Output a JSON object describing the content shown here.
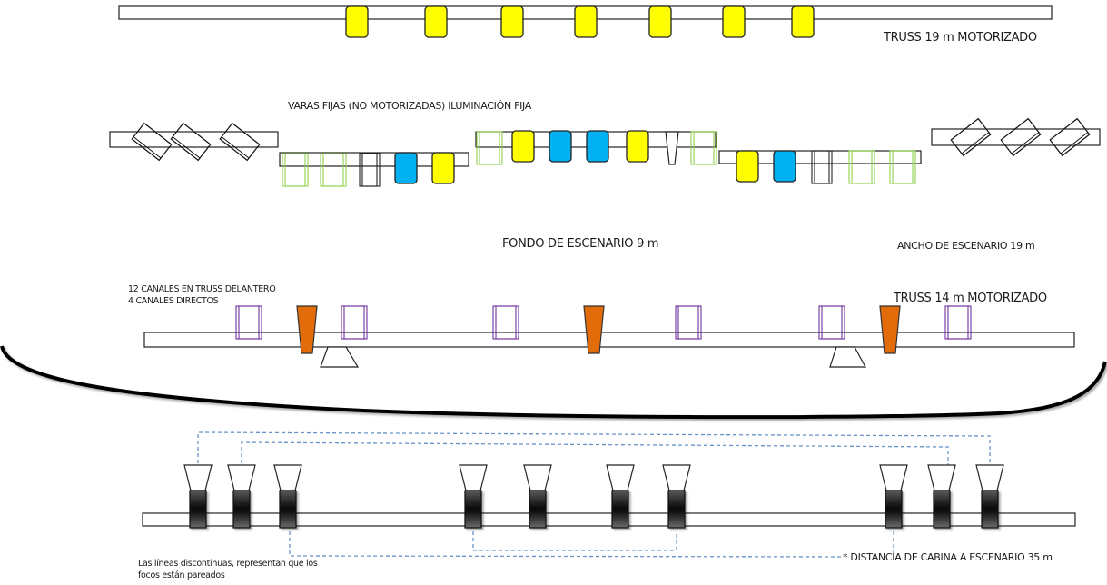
{
  "labels": {
    "truss_19": "TRUSS 19 m MOTORIZADO",
    "varas_fijas": "VARAS FIJAS  (NO MOTORIZADAS) ILUMINACIÓN FIJA",
    "fondo": "FONDO DE ESCENARIO 9 m",
    "ancho": "ANCHO DE ESCENARIO 19 m",
    "canales_line1": "12 CANALES EN TRUSS DELANTERO",
    "canales_line2": "4 CANALES DIRECTOS",
    "truss_14": "TRUSS 14 m MOTORIZADO",
    "distancia": "* DISTANCIA DE CABINA A ESCENARIO 35 m",
    "nota_line1": "Las líneas discontinuas, representan que los",
    "nota_line2": "focos están pareados"
  },
  "colors": {
    "yellow": "#ffff00",
    "blue": "#00b0f0",
    "orange": "#e36c0a",
    "green": "#92d050",
    "purple": "#7030a0",
    "dash": "#4f81bd",
    "outline": "#1a1a1a"
  },
  "fixtures": {
    "truss_19": [
      {
        "type": "yellow-par"
      },
      {
        "type": "yellow-par"
      },
      {
        "type": "yellow-par"
      },
      {
        "type": "yellow-par"
      },
      {
        "type": "yellow-par"
      },
      {
        "type": "yellow-par"
      },
      {
        "type": "yellow-par"
      }
    ],
    "vara_left": [
      {
        "type": "black-diamond"
      },
      {
        "type": "black-diamond"
      },
      {
        "type": "black-diamond"
      }
    ],
    "vara_center_left": [
      {
        "type": "green-rect"
      },
      {
        "type": "green-rect"
      },
      {
        "type": "black-rect"
      },
      {
        "type": "blue-par"
      },
      {
        "type": "yellow-par"
      }
    ],
    "vara_center": [
      {
        "type": "green-rect"
      },
      {
        "type": "yellow-par"
      },
      {
        "type": "blue-par"
      },
      {
        "type": "blue-par"
      },
      {
        "type": "yellow-par"
      },
      {
        "type": "black-cone"
      },
      {
        "type": "green-rect"
      }
    ],
    "vara_center_right": [
      {
        "type": "yellow-par"
      },
      {
        "type": "blue-par"
      },
      {
        "type": "black-rect"
      },
      {
        "type": "green-rect"
      },
      {
        "type": "green-rect"
      }
    ],
    "vara_right": [
      {
        "type": "black-diamond"
      },
      {
        "type": "black-diamond"
      },
      {
        "type": "black-diamond"
      }
    ],
    "truss_14": [
      {
        "type": "purple-rect"
      },
      {
        "type": "orange-cone"
      },
      {
        "type": "purple-rect"
      },
      {
        "type": "purple-rect"
      },
      {
        "type": "orange-cone"
      },
      {
        "type": "purple-rect"
      },
      {
        "type": "purple-rect"
      },
      {
        "type": "orange-cone"
      },
      {
        "type": "purple-rect"
      }
    ],
    "truss_14_supports": 2,
    "front_truss_count": 10
  }
}
